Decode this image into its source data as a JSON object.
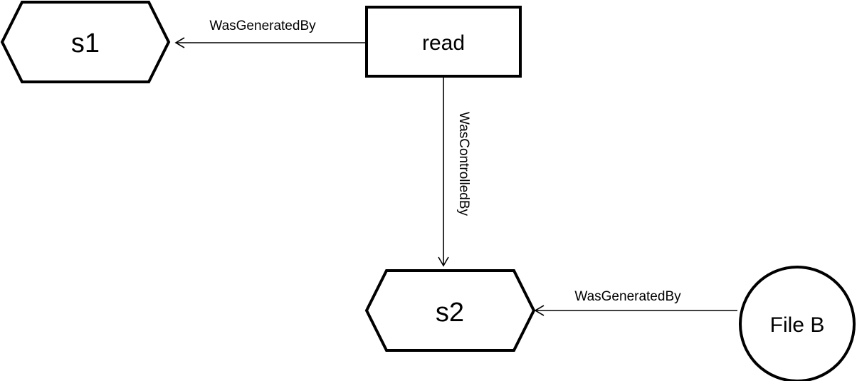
{
  "nodes": {
    "s1": {
      "label": "s1",
      "shape": "hexagon"
    },
    "read": {
      "label": "read",
      "shape": "rectangle"
    },
    "s2": {
      "label": "s2",
      "shape": "hexagon"
    },
    "file_b": {
      "label": "File B",
      "shape": "circle"
    }
  },
  "edges": {
    "read_to_s1": {
      "label": "WasGeneratedBy",
      "from": "read",
      "to": "s1"
    },
    "read_to_s2": {
      "label": "WasControlledBy",
      "from": "read",
      "to": "s2"
    },
    "fileb_to_s2": {
      "label": "WasGeneratedBy",
      "from": "File B",
      "to": "s2"
    }
  },
  "colors": {
    "stroke": "#000000",
    "fill": "#ffffff",
    "text": "#000000"
  }
}
